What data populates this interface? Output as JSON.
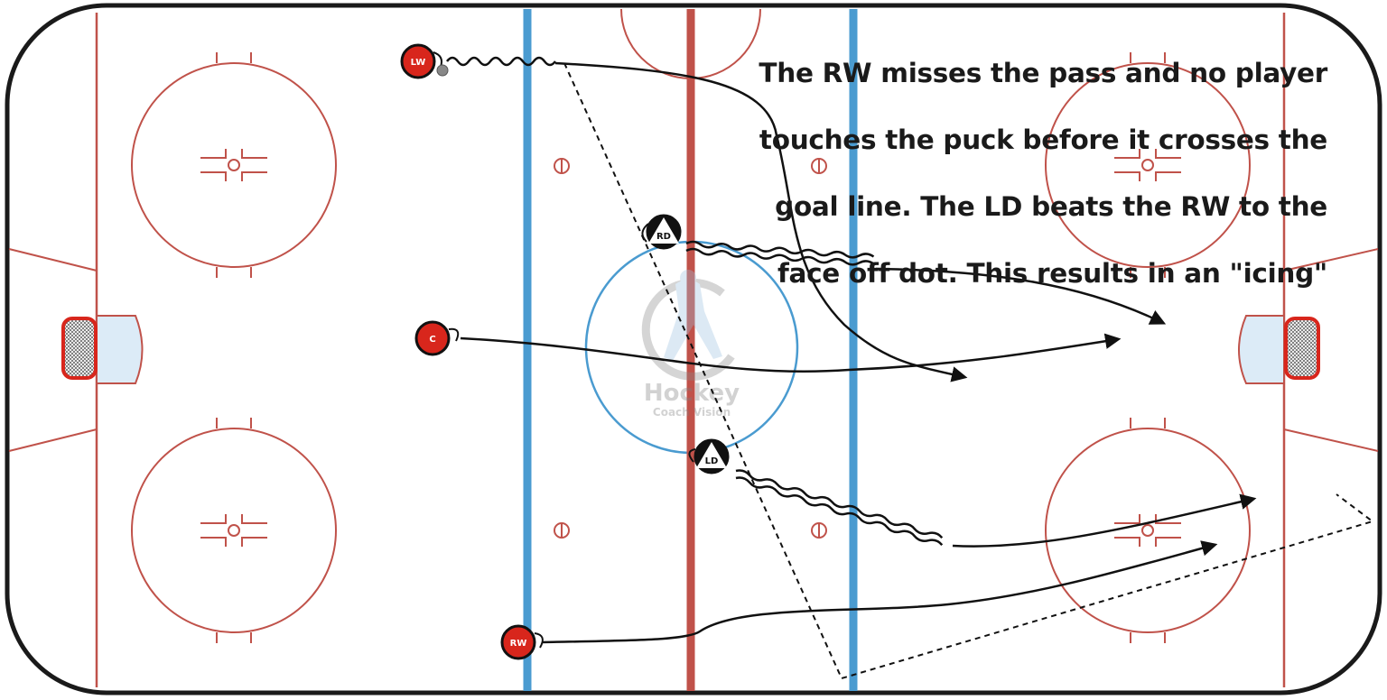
{
  "caption": {
    "lines": [
      "The RW misses the pass and no player",
      "touches the puck before it crosses the",
      "goal line. The LD beats the RW to the",
      "face off dot. This results in an \"icing\""
    ]
  },
  "players": {
    "lw": "LW",
    "c": "C",
    "rw": "RW",
    "rd": "RD",
    "ld": "LD"
  },
  "watermark": {
    "line1": "Hockey",
    "line2": "Coach Vision"
  },
  "colors": {
    "red_line": "#c0524a",
    "blue_line": "#4a9bd0",
    "player_red": "#d8261c",
    "boards": "#1a1a1a"
  }
}
